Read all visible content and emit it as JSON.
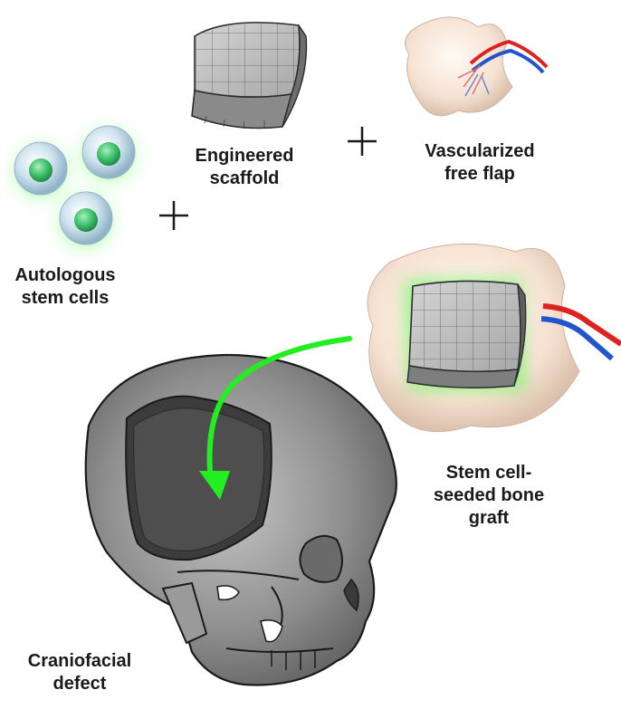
{
  "labels": {
    "scaffold": [
      "Engineered",
      "scaffold"
    ],
    "flap": [
      "Vascularized",
      "free flap"
    ],
    "stem_cells": [
      "Autologous",
      "stem cells"
    ],
    "graft": [
      "Stem cell-",
      "seeded bone",
      "graft"
    ],
    "defect": [
      "Craniofacial",
      "defect"
    ]
  },
  "symbols": {
    "plus": "+"
  },
  "colors": {
    "green_glow": "#33ff33",
    "arrow": "#22ee22",
    "artery": "#dd2222",
    "vein": "#2255cc",
    "flap_tissue": "#f6e2d2",
    "scaffold_gray": "#b4b4b4",
    "skull_gray": "#8a8a8a",
    "cell_shell": "#bcd6e6",
    "cell_nucleus": "#3dbf6a"
  },
  "icons": [
    "stem-cell-icon",
    "scaffold-icon",
    "free-flap-icon",
    "bone-graft-icon",
    "skull-icon",
    "arrow-icon",
    "plus-icon"
  ]
}
